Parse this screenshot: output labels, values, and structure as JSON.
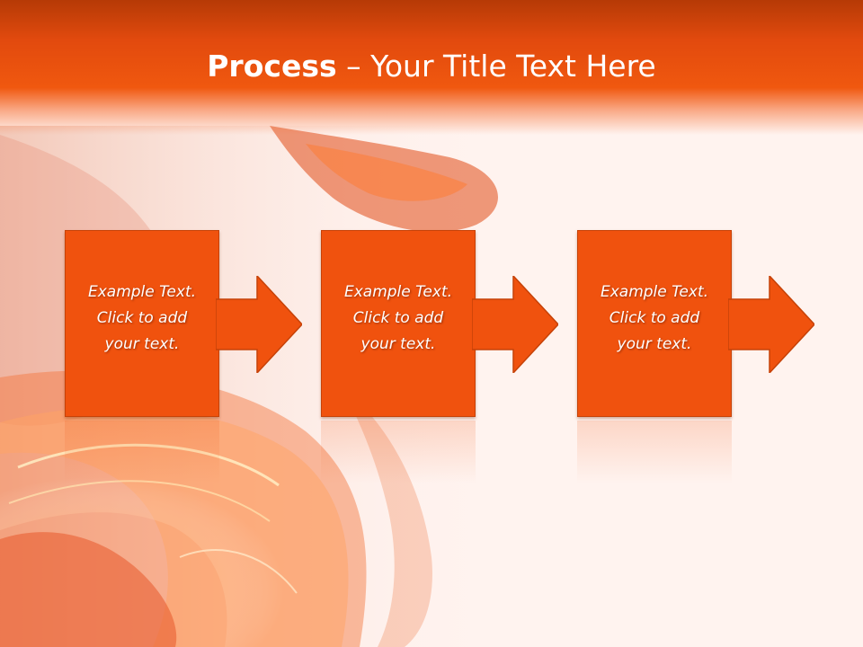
{
  "slide": {
    "title_bold": "Process",
    "title_rest": " – Your Title Text Here"
  },
  "steps": [
    {
      "text": "Example Text.\nClick  to add\nyour text."
    },
    {
      "text": "Example Text.\nClick  to add\nyour text."
    },
    {
      "text": "Example Text.\nClick  to add\nyour text."
    }
  ],
  "colors": {
    "header": "#f0580f",
    "step_fill": "#f0520e",
    "step_border": "#c64208",
    "background": "#fff3ef"
  },
  "icons": [
    "right-arrow-icon"
  ]
}
